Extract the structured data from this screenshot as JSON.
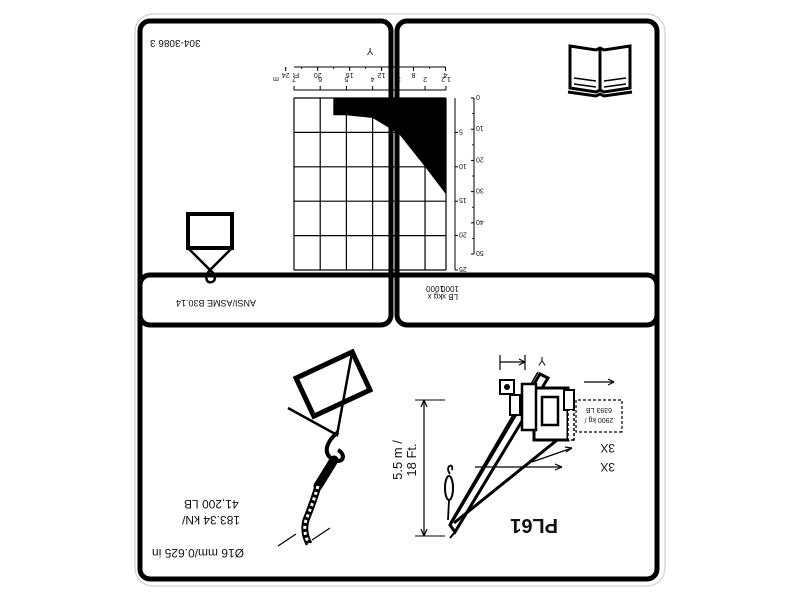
{
  "label": {
    "part_number": "304-3086 3",
    "standard": "ANSI/ASME B30.14",
    "model": "PL61"
  },
  "chart": {
    "x_axis_letter": "Y",
    "x_unit_m": "m",
    "x_unit_ft": "Ft",
    "x_ticks_m": [
      "1.2",
      "2",
      "3",
      "4",
      "5",
      "6",
      "7"
    ],
    "x_ticks_ft": [
      "4",
      "8",
      "12",
      "16",
      "20",
      "24"
    ],
    "y_ticks_lb": [
      "0",
      "10",
      "20",
      "30",
      "40",
      "50"
    ],
    "y_ticks_kg": [
      "5",
      "10",
      "15",
      "20",
      "25"
    ],
    "y_unit_lb": [
      "LB x",
      "1000"
    ],
    "y_unit_kg": [
      "kg x",
      "1000"
    ]
  },
  "chart_data": {
    "type": "area",
    "title": "",
    "xlabel": "Y",
    "x_units": [
      "m",
      "Ft"
    ],
    "ylabel": "LB x 1000 / kg x 1000",
    "x_ticks_m": [
      1.2,
      2,
      3,
      4,
      5,
      6,
      7
    ],
    "x_ticks_ft": [
      4,
      8,
      12,
      16,
      20,
      24
    ],
    "y_ticks_kg": [
      0,
      5,
      10,
      15,
      20,
      25
    ],
    "y_ticks_lb": [
      0,
      10,
      20,
      30,
      40,
      50
    ],
    "xlim_m": [
      1.2,
      7
    ],
    "ylim_kg": [
      0,
      25
    ],
    "grid": true,
    "series": [
      {
        "x": [
          1.2,
          1.2,
          2.0,
          3.0,
          4.0,
          5.0,
          5.5,
          5.5
        ],
        "y": [
          0,
          14,
          10,
          5.2,
          2.9,
          2.5,
          2.5,
          0
        ]
      }
    ]
  },
  "rope": {
    "diameter": "Ø16 mm/0.625 in",
    "capacity_kn": "183.34 kN/",
    "capacity_lb": "41,200 LB"
  },
  "crane": {
    "letter": "Y",
    "reach_m": "5.5 m /",
    "reach_ft": "18 Ft.",
    "count_upper": "3X",
    "count_lower": "3X",
    "plate_kg": "2900 kg /",
    "plate_lb": "6393 LB"
  }
}
